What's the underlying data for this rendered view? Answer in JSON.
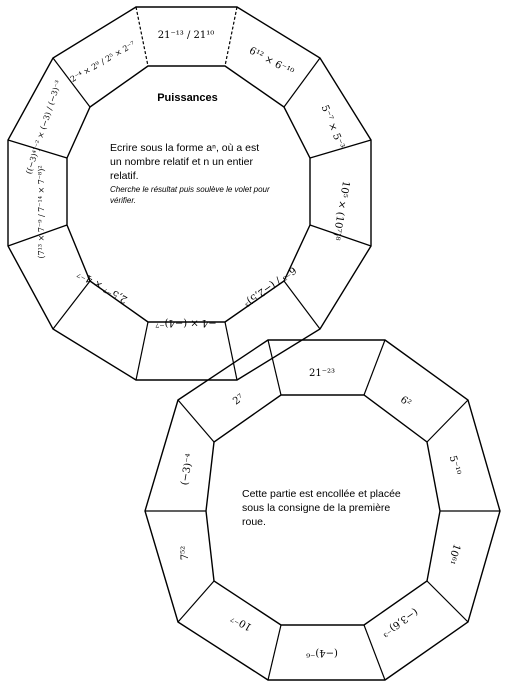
{
  "wheel1": {
    "title": "Puissances",
    "instruction": "Ecrire sous la forme aⁿ, où a est un nombre relatif et n un entier relatif.",
    "hint": "Cherche le résultat puis soulève le volet pour vérifier.",
    "sectors": [
      {
        "label": "21⁻¹³ / 21¹⁰"
      },
      {
        "label": "6¹² × 6⁻¹⁰"
      },
      {
        "label": "5⁻⁷ × 5⁻³"
      },
      {
        "label": "10⁵ × (10⁷)⁸"
      },
      {
        "label": "6⁻³ / (−2,5)³"
      },
      {
        "label": "−4 × (−4)⁻⁷"
      },
      {
        "label": "2,5⁻⁷ × 4⁻⁷"
      },
      {
        "label": "(7¹³ × 7⁻⁹ / 7⁻¹⁴ × 7⁻⁸)²"
      },
      {
        "label": "((−3)⁴)⁻² × (−3) / (−3)⁻³"
      },
      {
        "label": "2⁻⁴ × 2⁹ / 2⁵ × 2⁻⁷"
      }
    ]
  },
  "wheel2": {
    "note": "Cette partie est encollée et placée sous la consigne de la première roue.",
    "sectors": [
      {
        "label": "21⁻²³"
      },
      {
        "label": "6²"
      },
      {
        "label": "5⁻¹⁰"
      },
      {
        "label": "10⁶¹"
      },
      {
        "label": "(−3,6)⁻³"
      },
      {
        "label": "(−4)⁻⁶"
      },
      {
        "label": "10⁻⁷"
      },
      {
        "label": "7⁵²"
      },
      {
        "label": "(−3)⁻⁴"
      },
      {
        "label": "2⁷"
      }
    ]
  }
}
